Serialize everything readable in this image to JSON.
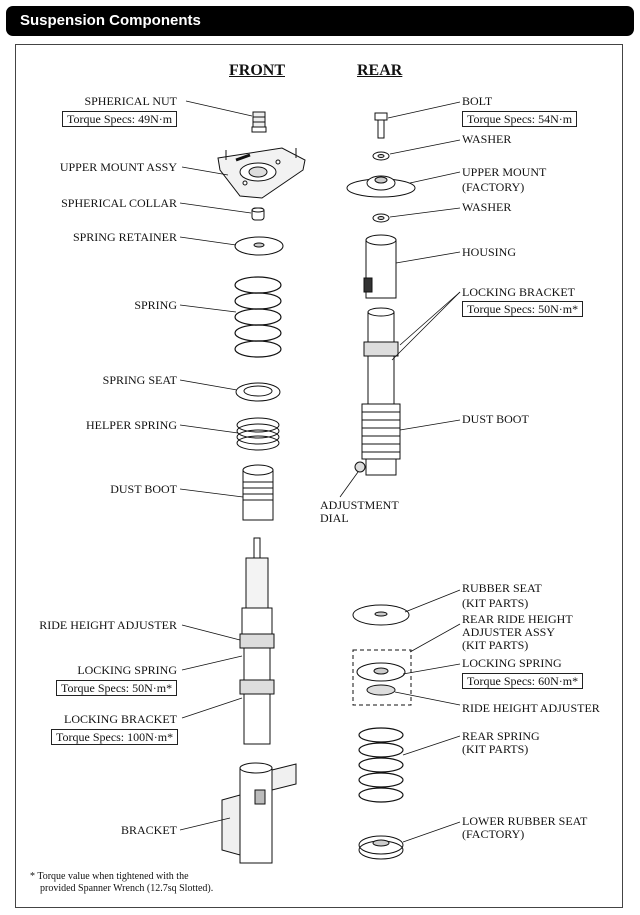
{
  "header": {
    "title": "Suspension Components"
  },
  "columns": {
    "front": "FRONT",
    "rear": "REAR"
  },
  "front": {
    "spherical_nut": "SPHERICAL NUT",
    "spherical_nut_torque": "Torque Specs: 49N·m",
    "upper_mount_assy": "UPPER MOUNT ASSY",
    "spherical_collar": "SPHERICAL COLLAR",
    "spring_retainer": "SPRING RETAINER",
    "spring": "SPRING",
    "spring_seat": "SPRING SEAT",
    "helper_spring": "HELPER SPRING",
    "dust_boot": "DUST BOOT",
    "ride_height_adjuster": "RIDE HEIGHT ADJUSTER",
    "locking_spring": "LOCKING SPRING",
    "locking_spring_torque": "Torque Specs: 50N·m*",
    "locking_bracket": "LOCKING BRACKET",
    "locking_bracket_torque": "Torque Specs: 100N·m*",
    "bracket": "BRACKET"
  },
  "rear": {
    "bolt": "BOLT",
    "bolt_torque": "Torque Specs: 54N·m",
    "washer_top": "WASHER",
    "upper_mount_line1": "UPPER MOUNT",
    "upper_mount_line2": "(FACTORY)",
    "washer_bottom": "WASHER",
    "housing": "HOUSING",
    "locking_bracket": "LOCKING BRACKET",
    "locking_bracket_torque": "Torque Specs: 50N·m*",
    "dust_boot": "DUST BOOT",
    "adjustment_dial_line1": "ADJUSTMENT",
    "adjustment_dial_line2": "DIAL",
    "rubber_seat_line1": "RUBBER SEAT",
    "rubber_seat_line2": "(KIT PARTS)",
    "rear_ride_height_line1": "REAR RIDE HEIGHT",
    "rear_ride_height_line2": "ADJUSTER ASSY",
    "rear_ride_height_line3": "(KIT PARTS)",
    "locking_spring": "LOCKING SPRING",
    "locking_spring_torque": "Torque Specs: 60N·m*",
    "ride_height_adjuster": "RIDE HEIGHT ADJUSTER",
    "rear_spring_line1": "REAR SPRING",
    "rear_spring_line2": "(KIT PARTS)",
    "lower_rubber_seat_line1": "LOWER RUBBER SEAT",
    "lower_rubber_seat_line2": "(FACTORY)"
  },
  "footnote": {
    "line1": "* Torque value when tightened with the",
    "line2": "provided Spanner Wrench (12.7sq Slotted)."
  }
}
